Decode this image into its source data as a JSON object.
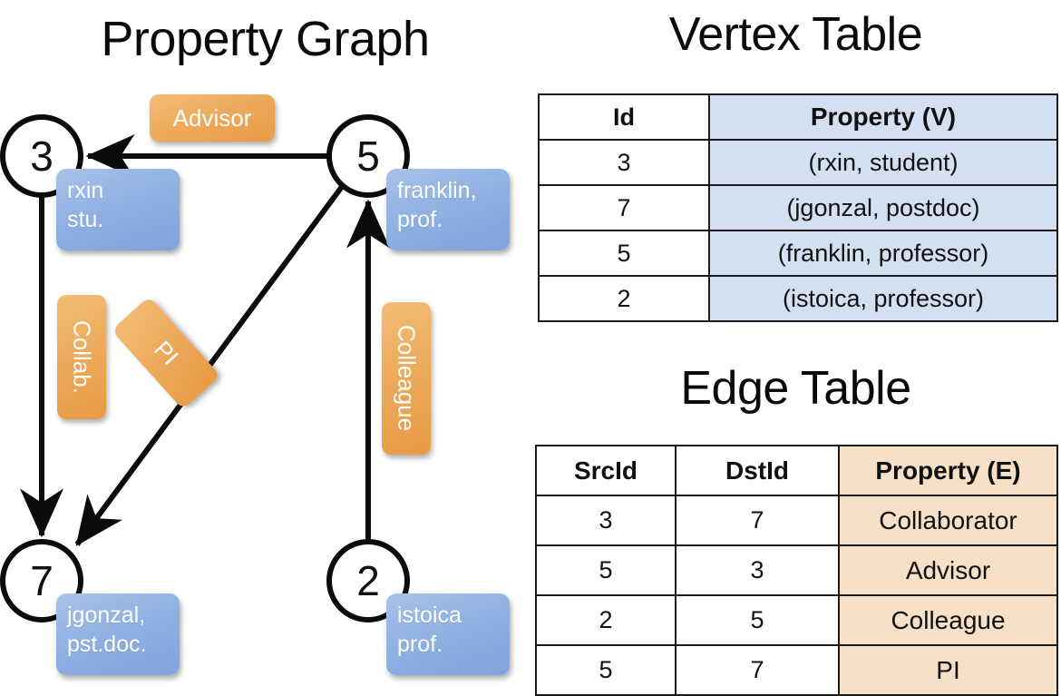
{
  "titles": {
    "graph": "Property Graph",
    "vertex": "Vertex Table",
    "edge": "Edge Table"
  },
  "colors": {
    "vertex_property_bg": "#d4e0f2",
    "edge_property_bg": "#f6e0c7",
    "node_box_blue": "#8fb0e2",
    "edge_box_orange": "#edab5d",
    "stroke": "#1a1a1a"
  },
  "graph": {
    "nodes": [
      {
        "id": "3",
        "property_line1": "rxin",
        "property_line2": "stu."
      },
      {
        "id": "5",
        "property_line1": "franklin,",
        "property_line2": "prof."
      },
      {
        "id": "7",
        "property_line1": "jgonzal,",
        "property_line2": "pst.doc."
      },
      {
        "id": "2",
        "property_line1": "istoica",
        "property_line2": "prof."
      }
    ],
    "edge_labels": [
      {
        "name": "advisor",
        "text": "Advisor"
      },
      {
        "name": "collab",
        "text": "Collab."
      },
      {
        "name": "pi",
        "text": "PI"
      },
      {
        "name": "colleague",
        "text": "Colleague"
      }
    ]
  },
  "vertex_table": {
    "headers": [
      "Id",
      "Property (V)"
    ],
    "rows": [
      {
        "id": "3",
        "property": "(rxin, student)"
      },
      {
        "id": "7",
        "property": "(jgonzal, postdoc)"
      },
      {
        "id": "5",
        "property": "(franklin, professor)"
      },
      {
        "id": "2",
        "property": "(istoica, professor)"
      }
    ]
  },
  "edge_table": {
    "headers": [
      "SrcId",
      "DstId",
      "Property (E)"
    ],
    "rows": [
      {
        "src": "3",
        "dst": "7",
        "property": "Collaborator"
      },
      {
        "src": "5",
        "dst": "3",
        "property": "Advisor"
      },
      {
        "src": "2",
        "dst": "5",
        "property": "Colleague"
      },
      {
        "src": "5",
        "dst": "7",
        "property": "PI"
      }
    ]
  }
}
